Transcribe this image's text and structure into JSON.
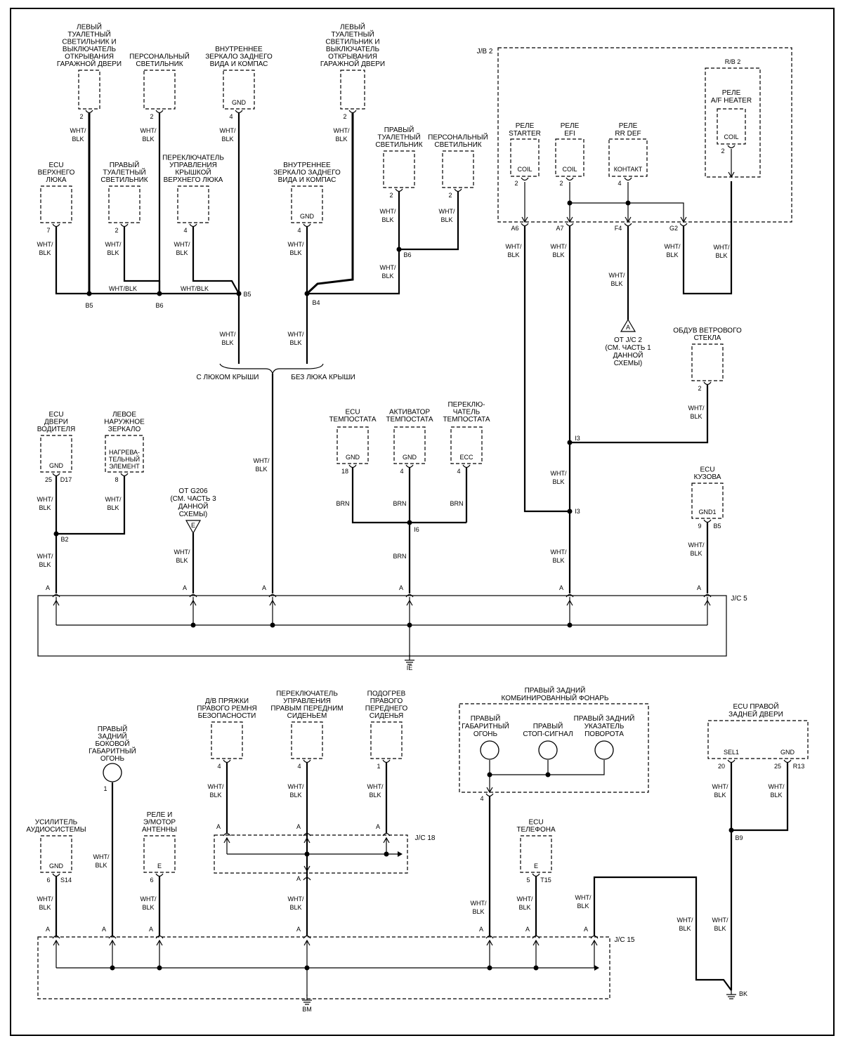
{
  "components": [
    {
      "id": "c_lt_toilet_left",
      "lines": [
        "ЛЕВЫЙ",
        "ТУАЛЕТНЫЙ",
        "СВЕТИЛЬНИК И",
        "ВЫКЛЮЧАТЕЛЬ",
        "ОТКРЫВАНИЯ",
        "ГАРАЖНОЙ ДВЕРИ"
      ],
      "pin": "2"
    },
    {
      "id": "c_personal_1",
      "lines": [
        "ПЕРСОНАЛЬНЫЙ",
        "СВЕТИЛЬНИК"
      ],
      "pin": "2"
    },
    {
      "id": "c_mirror_1",
      "lines": [
        "ВНУТРЕННЕЕ",
        "ЗЕРКАЛО ЗАДНЕГО",
        "ВИДА И  КОМПАС"
      ],
      "inner": "GND",
      "pin": "4"
    },
    {
      "id": "c_lt_toilet_left_2",
      "lines": [
        "ЛЕВЫЙ",
        "ТУАЛЕТНЫЙ",
        "СВЕТИЛЬНИК И",
        "ВЫКЛЮЧАТЕЛЬ",
        "ОТКРЫВАНИЯ",
        "ГАРАЖНОЙ ДВЕРИ"
      ],
      "pin": "2"
    },
    {
      "id": "c_ecu_roof",
      "lines": [
        "ECU",
        "ВЕРХНЕГО",
        "ЛЮКА"
      ],
      "pin": "7"
    },
    {
      "id": "c_rt_toilet_1",
      "lines": [
        "ПРАВЫЙ",
        "ТУАЛЕТНЫЙ",
        "СВЕТИЛЬНИК"
      ],
      "pin": "2"
    },
    {
      "id": "c_roof_switch",
      "lines": [
        "ПЕРЕКЛЮЧАТЕЛЬ",
        "УПРАВЛЕНИЯ",
        "КРЫШКОЙ",
        "ВЕРХНЕГО ЛЮКА"
      ],
      "pin": "4"
    },
    {
      "id": "c_mirror_2",
      "lines": [
        "ВНУТРЕННЕЕ",
        "ЗЕРКАЛО ЗАДНЕГО",
        "ВИДА И  КОМПАС"
      ],
      "inner": "GND",
      "pin": "4"
    },
    {
      "id": "c_rt_toilet_2",
      "lines": [
        "ПРАВЫЙ",
        "ТУАЛЕТНЫЙ",
        "СВЕТИЛЬНИК"
      ],
      "pin": "2"
    },
    {
      "id": "c_personal_2",
      "lines": [
        "ПЕРСОНАЛЬНЫЙ",
        "СВЕТИЛЬНИК"
      ],
      "pin": "2"
    },
    {
      "id": "c_ecu_driver_door",
      "lines": [
        "ECU",
        "ДВЕРИ",
        "ВОДИТЕЛЯ"
      ],
      "inner": "GND",
      "pin": "25",
      "pin2": "D17"
    },
    {
      "id": "c_left_mirror",
      "lines": [
        "ЛЕВОЕ",
        "НАРУЖНОЕ",
        "ЗЕРКАЛО"
      ],
      "inner": [
        "НАГРЕВА-",
        "ТЕЛЬНЫЙ",
        "ЭЛЕМЕНТ"
      ],
      "pin": "8"
    },
    {
      "id": "c_ecu_temp",
      "lines": [
        "ECU",
        "ТЕМПОСТАТА"
      ],
      "inner": "GND",
      "pin": "18"
    },
    {
      "id": "c_act_temp",
      "lines": [
        "АКТИВАТОР",
        "ТЕМПОСТАТА"
      ],
      "inner": "GND",
      "pin": "4"
    },
    {
      "id": "c_sw_temp",
      "lines": [
        "ПЕРЕКЛЮ-",
        "ЧАТЕЛЬ",
        "ТЕМПОСТАТА"
      ],
      "inner": "ECC",
      "pin": "4"
    },
    {
      "id": "c_windshield",
      "lines": [
        "ОБДУВ ВЕТРОВОГО",
        "СТЕКЛА"
      ],
      "pin": "2"
    },
    {
      "id": "c_ecu_body",
      "lines": [
        "ECU",
        "КУЗОВА"
      ],
      "inner": "GND1",
      "pin": "9",
      "pin2": "B5"
    },
    {
      "id": "c_belt",
      "lines": [
        "Д/В ПРЯЖКИ",
        "ПРАВОГО РЕМНЯ",
        "БЕЗОПАСНОСТИ"
      ],
      "pin": "4"
    },
    {
      "id": "c_seat_switch",
      "lines": [
        "ПЕРЕКЛЮЧАТЕЛЬ",
        "УПРАВЛЕНИЯ",
        "ПРАВЫМ ПЕРЕДНИМ",
        "СИДЕНЬЕМ"
      ],
      "pin": "4"
    },
    {
      "id": "c_seat_heat",
      "lines": [
        "ПОДОГРЕВ",
        "ПРАВОГО",
        "ПЕРЕДНЕГО",
        "СИДЕНЬЯ"
      ],
      "pin": "1"
    },
    {
      "id": "c_rear_marker",
      "lines": [
        "ПРАВЫЙ",
        "ЗАДНИЙ",
        "БОКОВОЙ",
        "ГАБАРИТНЫЙ",
        "ОГОНЬ"
      ],
      "pin": "1"
    },
    {
      "id": "c_audio",
      "lines": [
        "УСИЛИТЕЛЬ",
        "АУДИОСИСТЕМЫ"
      ],
      "inner": "GND",
      "pin": "6",
      "pin2": "S14"
    },
    {
      "id": "c_antenna",
      "lines": [
        "РЕЛЕ И",
        "Э/МОТОР",
        "АНТЕННЫ"
      ],
      "inner": "E",
      "pin": "6"
    },
    {
      "id": "c_phone",
      "lines": [
        "ECU",
        "ТЕЛЕФОНА"
      ],
      "inner": "E",
      "pin": "5",
      "pin2": "T15"
    },
    {
      "id": "c_rr_door",
      "lines": [
        "ECU  ПРАВОЙ",
        "ЗАДНЕЙ ДВЕРИ"
      ],
      "inner1": "SEL1",
      "inner2": "GND",
      "pin": "20",
      "pin2": "25",
      "pin3": "R13"
    }
  ],
  "jb2": {
    "label": "J/B 2",
    "rb2": "R/B 2",
    "relays": [
      {
        "lines": [
          "РЕЛЕ",
          "STARTER"
        ],
        "inner": "COIL",
        "pin": "2",
        "conn": "A6"
      },
      {
        "lines": [
          "РЕЛЕ",
          "EFI"
        ],
        "inner": "COIL",
        "pin": "2",
        "conn": "A7"
      },
      {
        "lines": [
          "РЕЛЕ",
          "RR DEF"
        ],
        "inner": "КОНТАКТ",
        "pin": "4",
        "conn": "F4"
      },
      {
        "lines": [
          "РЕЛЕ",
          "A/F HEATER"
        ],
        "inner": "COIL",
        "pin": "2",
        "conn": "G2"
      }
    ]
  },
  "rear_lamp": {
    "title": [
      "ПРАВЫЙ ЗАДНИЙ",
      "КОМБИНИРОВАННЫЙ ФОНАРЬ"
    ],
    "lamps": [
      [
        "ПРАВЫЙ",
        "ГАБАРИТНЫЙ",
        "ОГОНЬ"
      ],
      [
        "ПРАВЫЙ",
        "СТОП-СИГНАЛ"
      ],
      [
        "ПРАВЫЙ ЗАДНИЙ",
        "УКАЗАТЕЛЬ",
        "ПОВОРОТА"
      ]
    ],
    "pin": "4"
  },
  "wire_labels": {
    "wht_blk": [
      "WHT/",
      "BLK"
    ],
    "wht_blk_inline": "WHT/BLK",
    "brn": "BRN"
  },
  "splices": {
    "b5": "B5",
    "b6": "B6",
    "b4": "B4",
    "b2": "B2",
    "i3": "I3",
    "i6": "I6",
    "b9": "B9"
  },
  "offpage": {
    "a_label": "A",
    "a_text": [
      "ОТ J/C 2",
      "(СМ. ЧАСТЬ 1",
      "ДАННОЙ",
      "СХЕМЫ)"
    ],
    "e_label": "E",
    "e_text": [
      "ОТ G206",
      "(СМ. ЧАСТЬ 3",
      "ДАННОЙ",
      "СХЕМЫ)"
    ]
  },
  "variant": {
    "with_sunroof": "С ЛЮКОМ КРЫШИ",
    "without_sunroof": "БЕЗ ЛЮКА КРЫШИ"
  },
  "junctions": {
    "jc5": "J/C 5",
    "jc18": "J/C 18",
    "jc15": "J/C 15",
    "pin_a": "A"
  },
  "grounds": {
    "ie": "IE",
    "bm": "BM",
    "bk": "BK"
  }
}
